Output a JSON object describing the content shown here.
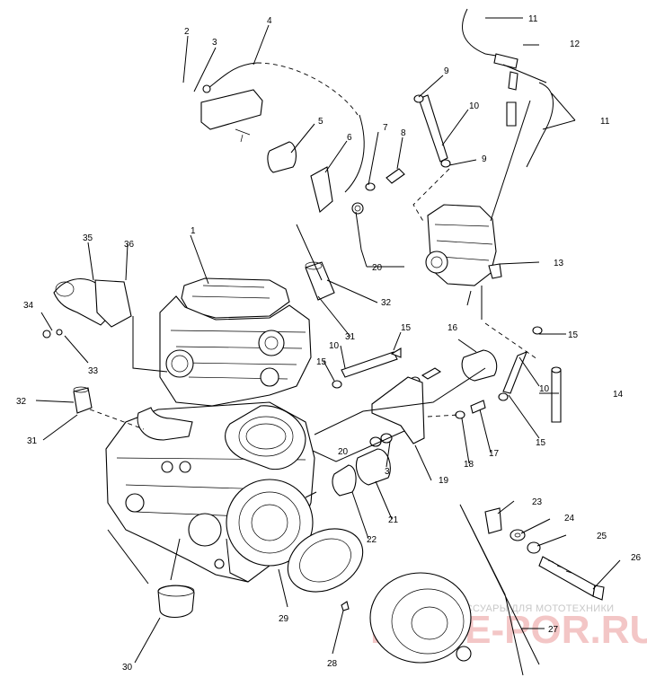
{
  "callouts": [
    {
      "id": "2",
      "text": "2"
    },
    {
      "id": "3a",
      "text": "3"
    },
    {
      "id": "4",
      "text": "4"
    },
    {
      "id": "5",
      "text": "5"
    },
    {
      "id": "6",
      "text": "6"
    },
    {
      "id": "7",
      "text": "7"
    },
    {
      "id": "8",
      "text": "8"
    },
    {
      "id": "9a",
      "text": "9"
    },
    {
      "id": "10a",
      "text": "10"
    },
    {
      "id": "9b",
      "text": "9"
    },
    {
      "id": "11a",
      "text": "11"
    },
    {
      "id": "12",
      "text": "12"
    },
    {
      "id": "11b",
      "text": "11"
    },
    {
      "id": "13",
      "text": "13"
    },
    {
      "id": "1",
      "text": "1"
    },
    {
      "id": "35",
      "text": "35"
    },
    {
      "id": "36",
      "text": "36"
    },
    {
      "id": "34",
      "text": "34"
    },
    {
      "id": "33",
      "text": "33"
    },
    {
      "id": "20a",
      "text": "20"
    },
    {
      "id": "32a",
      "text": "32"
    },
    {
      "id": "31a",
      "text": "31"
    },
    {
      "id": "15a",
      "text": "15"
    },
    {
      "id": "10b",
      "text": "10"
    },
    {
      "id": "15b",
      "text": "15"
    },
    {
      "id": "16",
      "text": "16"
    },
    {
      "id": "15c",
      "text": "15"
    },
    {
      "id": "14",
      "text": "14"
    },
    {
      "id": "10c",
      "text": "10"
    },
    {
      "id": "15d",
      "text": "15"
    },
    {
      "id": "32b",
      "text": "32"
    },
    {
      "id": "31b",
      "text": "31"
    },
    {
      "id": "20b",
      "text": "20"
    },
    {
      "id": "3b",
      "text": "3"
    },
    {
      "id": "19",
      "text": "19"
    },
    {
      "id": "18",
      "text": "18"
    },
    {
      "id": "17",
      "text": "17"
    },
    {
      "id": "21",
      "text": "21"
    },
    {
      "id": "22",
      "text": "22"
    },
    {
      "id": "23",
      "text": "23"
    },
    {
      "id": "24",
      "text": "24"
    },
    {
      "id": "25",
      "text": "25"
    },
    {
      "id": "26",
      "text": "26"
    },
    {
      "id": "27",
      "text": "27"
    },
    {
      "id": "29",
      "text": "29"
    },
    {
      "id": "28",
      "text": "28"
    },
    {
      "id": "30",
      "text": "30"
    }
  ],
  "watermark": {
    "tagline": "ЗАПЧАСТИ И АКСЕССУАРЫ ДЛЯ МОТОТЕХНИКИ",
    "brand": "PRICE-POR.RU"
  }
}
